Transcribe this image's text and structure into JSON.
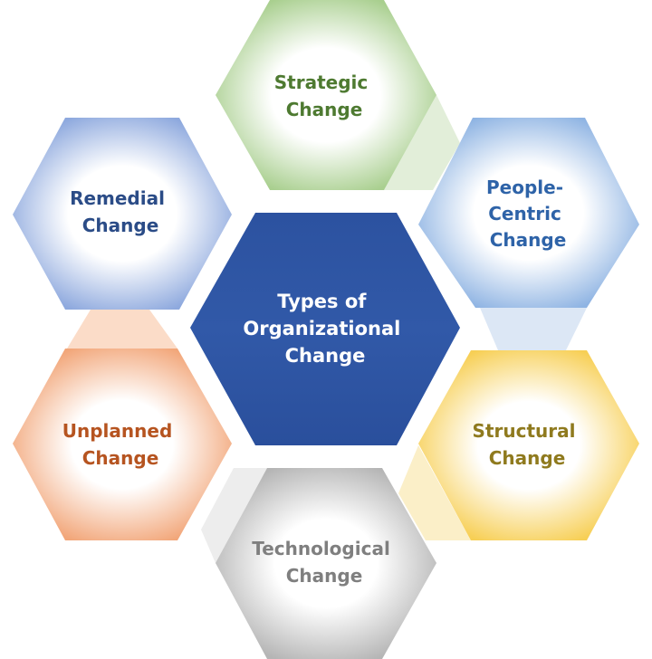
{
  "diagram": {
    "title": "Types of Organizational Change",
    "center": {
      "lines": [
        "Types of",
        "Organizational",
        "Change"
      ],
      "fill": "#2E55A3",
      "text_color": "#FFFFFF"
    },
    "nodes": [
      {
        "id": "strategic",
        "lines": [
          "Strategic",
          "Change"
        ],
        "edge_color": "#A9CF8F",
        "text_color": "#4E7A31",
        "position": "top"
      },
      {
        "id": "people-centric",
        "lines": [
          "People-",
          "Centric",
          "Change"
        ],
        "edge_color": "#8FB4E3",
        "text_color": "#2E63A8",
        "position": "upper-right"
      },
      {
        "id": "structural",
        "lines": [
          "Structural",
          "Change"
        ],
        "edge_color": "#F7CF55",
        "text_color": "#8F7A1E",
        "position": "lower-right"
      },
      {
        "id": "technological",
        "lines": [
          "Technological",
          "Change"
        ],
        "edge_color": "#B5B5B5",
        "text_color": "#7F7F7F",
        "position": "bottom"
      },
      {
        "id": "unplanned",
        "lines": [
          "Unplanned",
          "Change"
        ],
        "edge_color": "#F2A679",
        "text_color": "#B65420",
        "position": "lower-left"
      },
      {
        "id": "remedial",
        "lines": [
          "Remedial",
          "Change"
        ],
        "edge_color": "#8EA9DE",
        "text_color": "#2B4C87",
        "position": "upper-left"
      }
    ]
  }
}
